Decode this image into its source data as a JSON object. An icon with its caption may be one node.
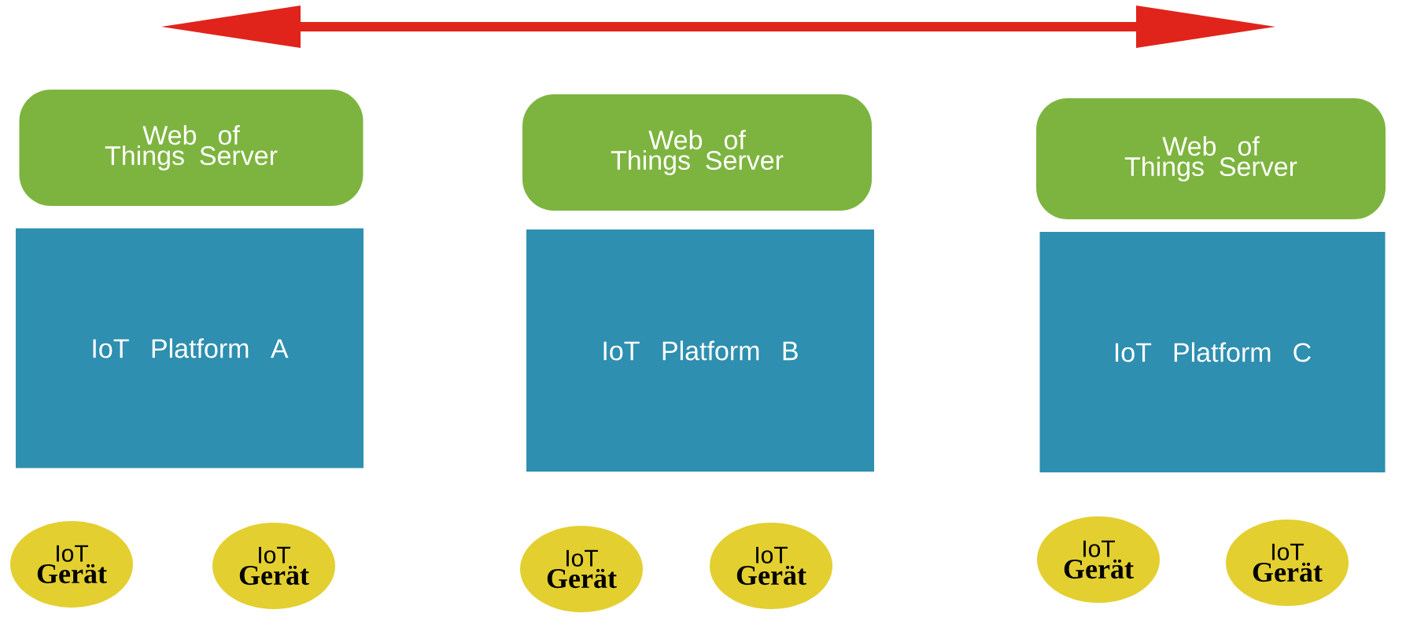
{
  "diagram": {
    "nodes": [
      {
        "text": [
          "Web of Things Server"
        ]
      },
      {
        "text": [
          "Web of Things Server"
        ]
      },
      {
        "text": [
          "Web of Things Server"
        ]
      },
      {
        "text": [
          "IoT Platform A"
        ]
      },
      {
        "text": [
          "IoT Platform B"
        ]
      },
      {
        "text": [
          "IoT Platform C"
        ]
      },
      {
        "text": [
          "IoT",
          "Gerät"
        ]
      },
      {
        "text": [
          "IoT",
          "Gerät"
        ]
      },
      {
        "text": [
          "IoT",
          "Gerät"
        ]
      },
      {
        "text": [
          "IoT",
          "Gerät"
        ]
      },
      {
        "text": [
          "IoT",
          "Gerät"
        ]
      },
      {
        "text": [
          "IoT",
          "Gerät"
        ]
      }
    ]
  }
}
